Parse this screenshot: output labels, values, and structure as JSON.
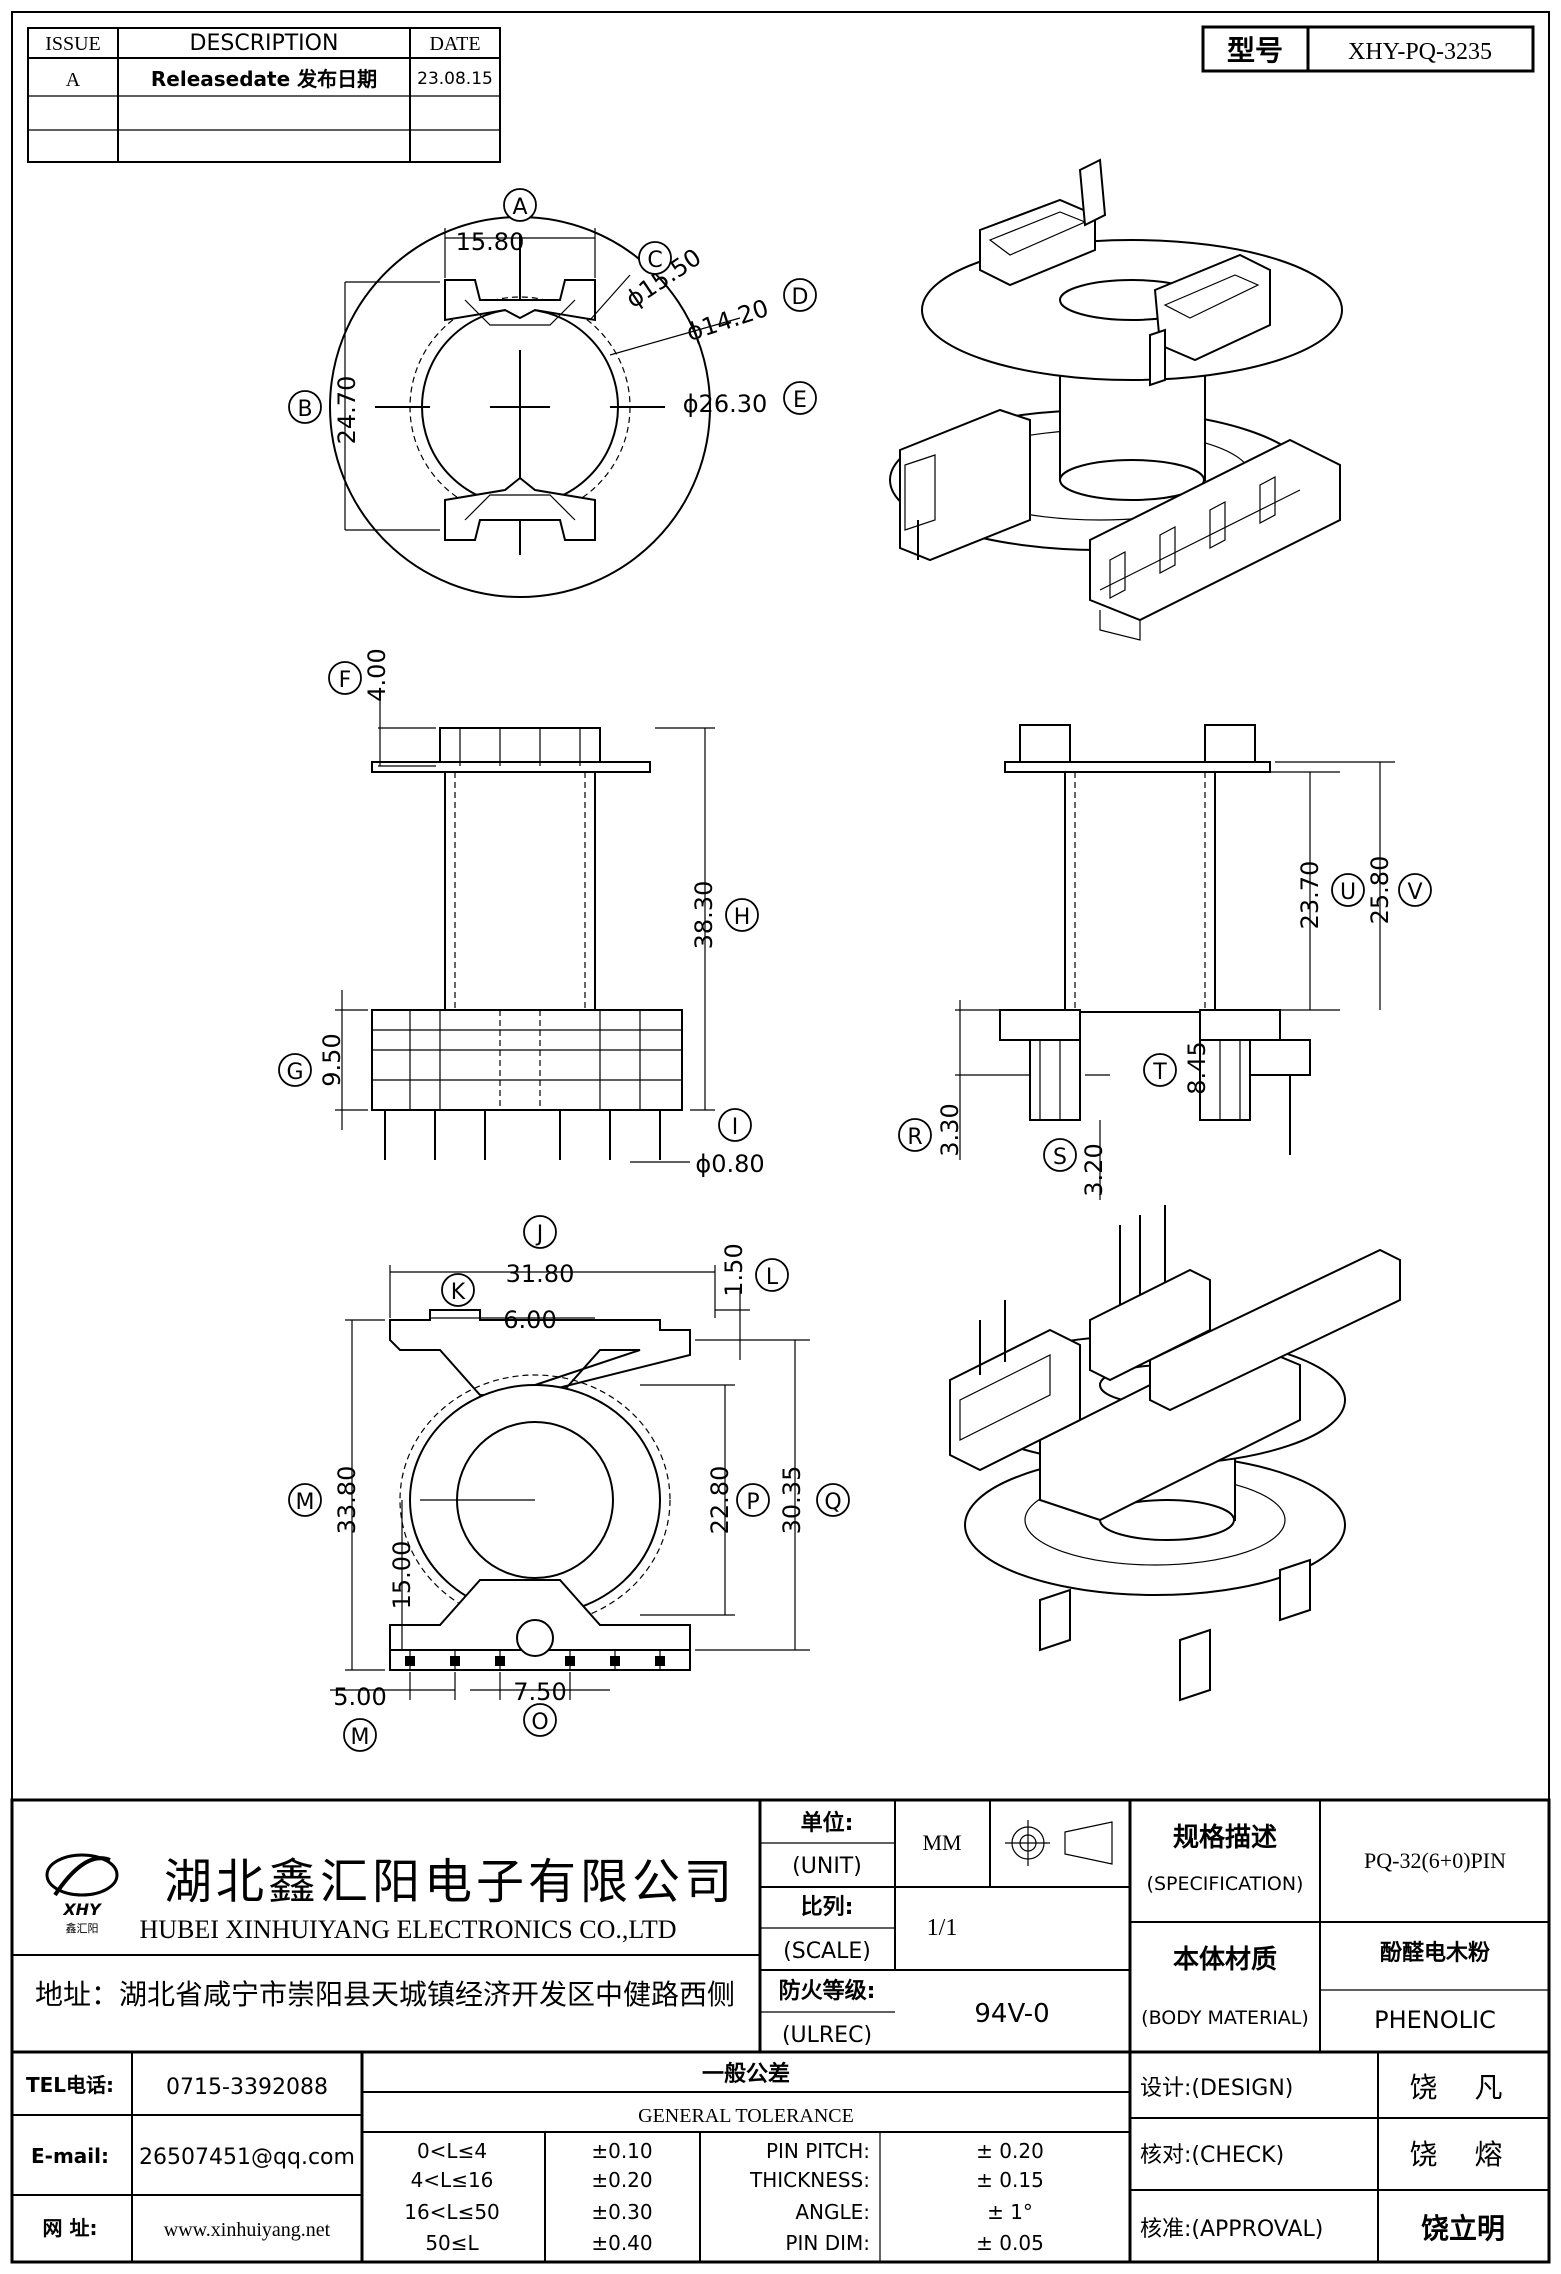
{
  "revision_table": {
    "headers": {
      "issue": "ISSUE",
      "description": "DESCRIPTION",
      "date": "DATE"
    },
    "rows": [
      {
        "issue": "A",
        "description": "Releasedate 发布日期",
        "date": "23.08.15"
      },
      {
        "issue": "",
        "description": "",
        "date": ""
      },
      {
        "issue": "",
        "description": "",
        "date": ""
      }
    ]
  },
  "model": {
    "label": "型号",
    "value": "XHY-PQ-3235"
  },
  "top_view": {
    "width_dim": "15.80",
    "height_dim": "24.70",
    "dia_c": "ϕ15.50",
    "dia_d": "ϕ14.20",
    "dia_e": "ϕ26.30",
    "balloons": [
      "A",
      "B",
      "C",
      "D",
      "E"
    ]
  },
  "front_view": {
    "f_dim": "4.00",
    "h_dim": "38.30",
    "g_dim": "9.50",
    "pin_dia": "ϕ0.80",
    "balloons": [
      "F",
      "G",
      "H",
      "I"
    ]
  },
  "side_view": {
    "u_dim": "23.70",
    "v_dim": "25.80",
    "r_dim": "3.30",
    "s_dim": "3.20",
    "t_dim": "8.45",
    "balloons": [
      "U",
      "V",
      "R",
      "S",
      "T"
    ]
  },
  "bottom_view": {
    "j_dim": "31.80",
    "k_dim": "6.00",
    "l_dim": "1.50",
    "m_dim": "33.80",
    "n_dim": "15.00",
    "p_dim": "22.80",
    "q_dim": "30.35",
    "m2_dim": "5.00",
    "o_dim": "7.50",
    "balloons": [
      "J",
      "K",
      "L",
      "M",
      "P",
      "Q",
      "M",
      "O"
    ]
  },
  "title_block": {
    "company_cn": "湖北鑫汇阳电子有限公司",
    "company_en": "HUBEI XINHUIYANG ELECTRONICS CO.,LTD",
    "address": "地址：湖北省咸宁市崇阳县天城镇经济开发区中健路西侧",
    "logo_text": "XHY",
    "logo_sub": "鑫汇阳",
    "unit_label_cn": "单位:",
    "unit_label_en": "(UNIT)",
    "unit_value": "MM",
    "scale_label_cn": "比列:",
    "scale_label_en": "(SCALE)",
    "scale_value": "1/1",
    "flame_label_cn": "防火等级:",
    "flame_label_en": "(ULREC)",
    "flame_value": "94V-0",
    "spec_label_cn": "规格描述",
    "spec_label_en": "(SPECIFICATION)",
    "spec_value": "PQ-32(6+0)PIN",
    "material_label_cn": "本体材质",
    "material_label_en": "(BODY MATERIAL)",
    "material_value_cn": "酚醛电木粉",
    "material_value_en": "PHENOLIC",
    "tel_label": "TEL电话:",
    "tel_value": "0715-3392088",
    "email_label": "E-mail:",
    "email_value": "26507451@qq.com",
    "web_label": "网 址:",
    "web_value": "www.xinhuiyang.net",
    "tolerance_cn": "一般公差",
    "tolerance_en": "GENERAL TOLERANCE",
    "tolerance_rows": [
      {
        "range": "0<L≤4",
        "tol": "±0.10",
        "item": "PIN PITCH:",
        "value": "± 0.20"
      },
      {
        "range": "4<L≤16",
        "tol": "±0.20",
        "item": "THICKNESS:",
        "value": "± 0.15"
      },
      {
        "range": "16<L≤50",
        "tol": "±0.30",
        "item": "ANGLE:",
        "value": "± 1°"
      },
      {
        "range": "50≤L",
        "tol": "±0.40",
        "item": "PIN DIM:",
        "value": "± 0.05"
      }
    ],
    "design_label": "设计:(DESIGN)",
    "design_value": "饶 凡",
    "check_label": "核对:(CHECK)",
    "check_value": "饶 熔",
    "approval_label": "核准:(APPROVAL)",
    "approval_value": "饶立明"
  }
}
